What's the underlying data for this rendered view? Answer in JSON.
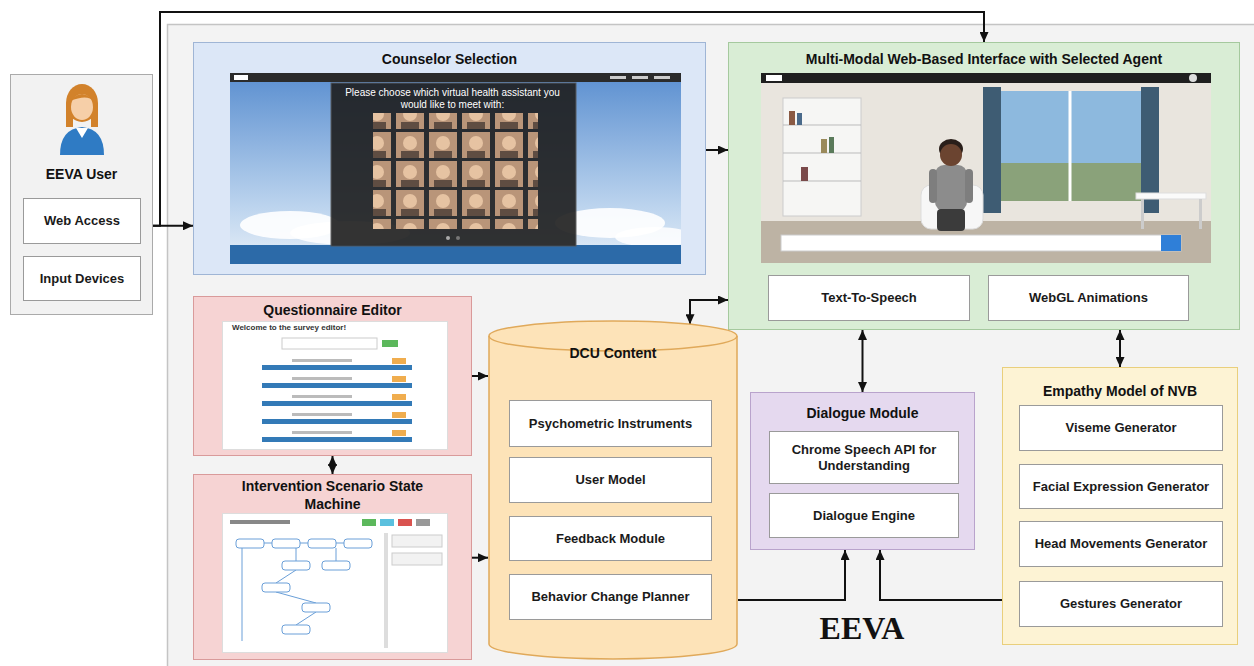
{
  "diagram": {
    "nodes": [
      {
        "text": [
          "EEVA User"
        ]
      },
      {
        "text": [
          "Web Access"
        ],
        "in": 0
      },
      {
        "text": [
          "Input Devices"
        ],
        "in": 0
      },
      {
        "text": [
          "Counselor Selection"
        ]
      },
      {
        "text": [
          "Multi-Modal Web-Based Interface with Selected Agent"
        ]
      },
      {
        "text": [
          "Text-To-Speech"
        ],
        "in": 4
      },
      {
        "text": [
          "WebGL Animations"
        ],
        "in": 4
      },
      {
        "text": [
          "Questionnaire Editor"
        ]
      },
      {
        "text": [
          "Intervention Scenario State Machine"
        ]
      },
      {
        "text": [
          "DCU Content"
        ]
      },
      {
        "text": [
          "Psychometric Instruments"
        ],
        "in": 9
      },
      {
        "text": [
          "User Model"
        ],
        "in": 9
      },
      {
        "text": [
          "Feedback Module"
        ],
        "in": 9
      },
      {
        "text": [
          "Behavior Change Planner"
        ],
        "in": 9
      },
      {
        "text": [
          "Dialogue Module"
        ]
      },
      {
        "text": [
          "Chrome Speech API for Understanding"
        ],
        "in": 14
      },
      {
        "text": [
          "Dialogue Engine"
        ],
        "in": 14
      },
      {
        "text": [
          "Empathy Model of NVB"
        ]
      },
      {
        "text": [
          "Viseme Generator"
        ],
        "in": 17
      },
      {
        "text": [
          "Facial Expression Generator"
        ],
        "in": 17
      },
      {
        "text": [
          "Head Movements Generator"
        ],
        "in": 17
      },
      {
        "text": [
          "Gestures Generator"
        ],
        "in": 17
      }
    ],
    "edges": [
      {
        "from": 0,
        "to": 3,
        "arrow": "to"
      },
      {
        "from": 0,
        "to": 4,
        "arrow": "to"
      },
      {
        "from": 3,
        "to": 4,
        "arrow": "to"
      },
      {
        "from": 9,
        "to": 4,
        "arrow": "both"
      },
      {
        "from": 7,
        "to": 9,
        "arrow": "to"
      },
      {
        "from": 7,
        "to": 8,
        "arrow": "both"
      },
      {
        "from": 8,
        "to": 9,
        "arrow": "to"
      },
      {
        "from": 4,
        "to": 14,
        "arrow": "both"
      },
      {
        "from": 4,
        "to": 17,
        "arrow": "both"
      },
      {
        "from": 9,
        "to": 14,
        "arrow": "to"
      },
      {
        "from": 17,
        "to": 14,
        "arrow": "to"
      }
    ],
    "labels": [
      "Please choose which virtual health assistant you would like to meet with:",
      "Welcome to the survey editor!",
      "EEVA"
    ]
  }
}
